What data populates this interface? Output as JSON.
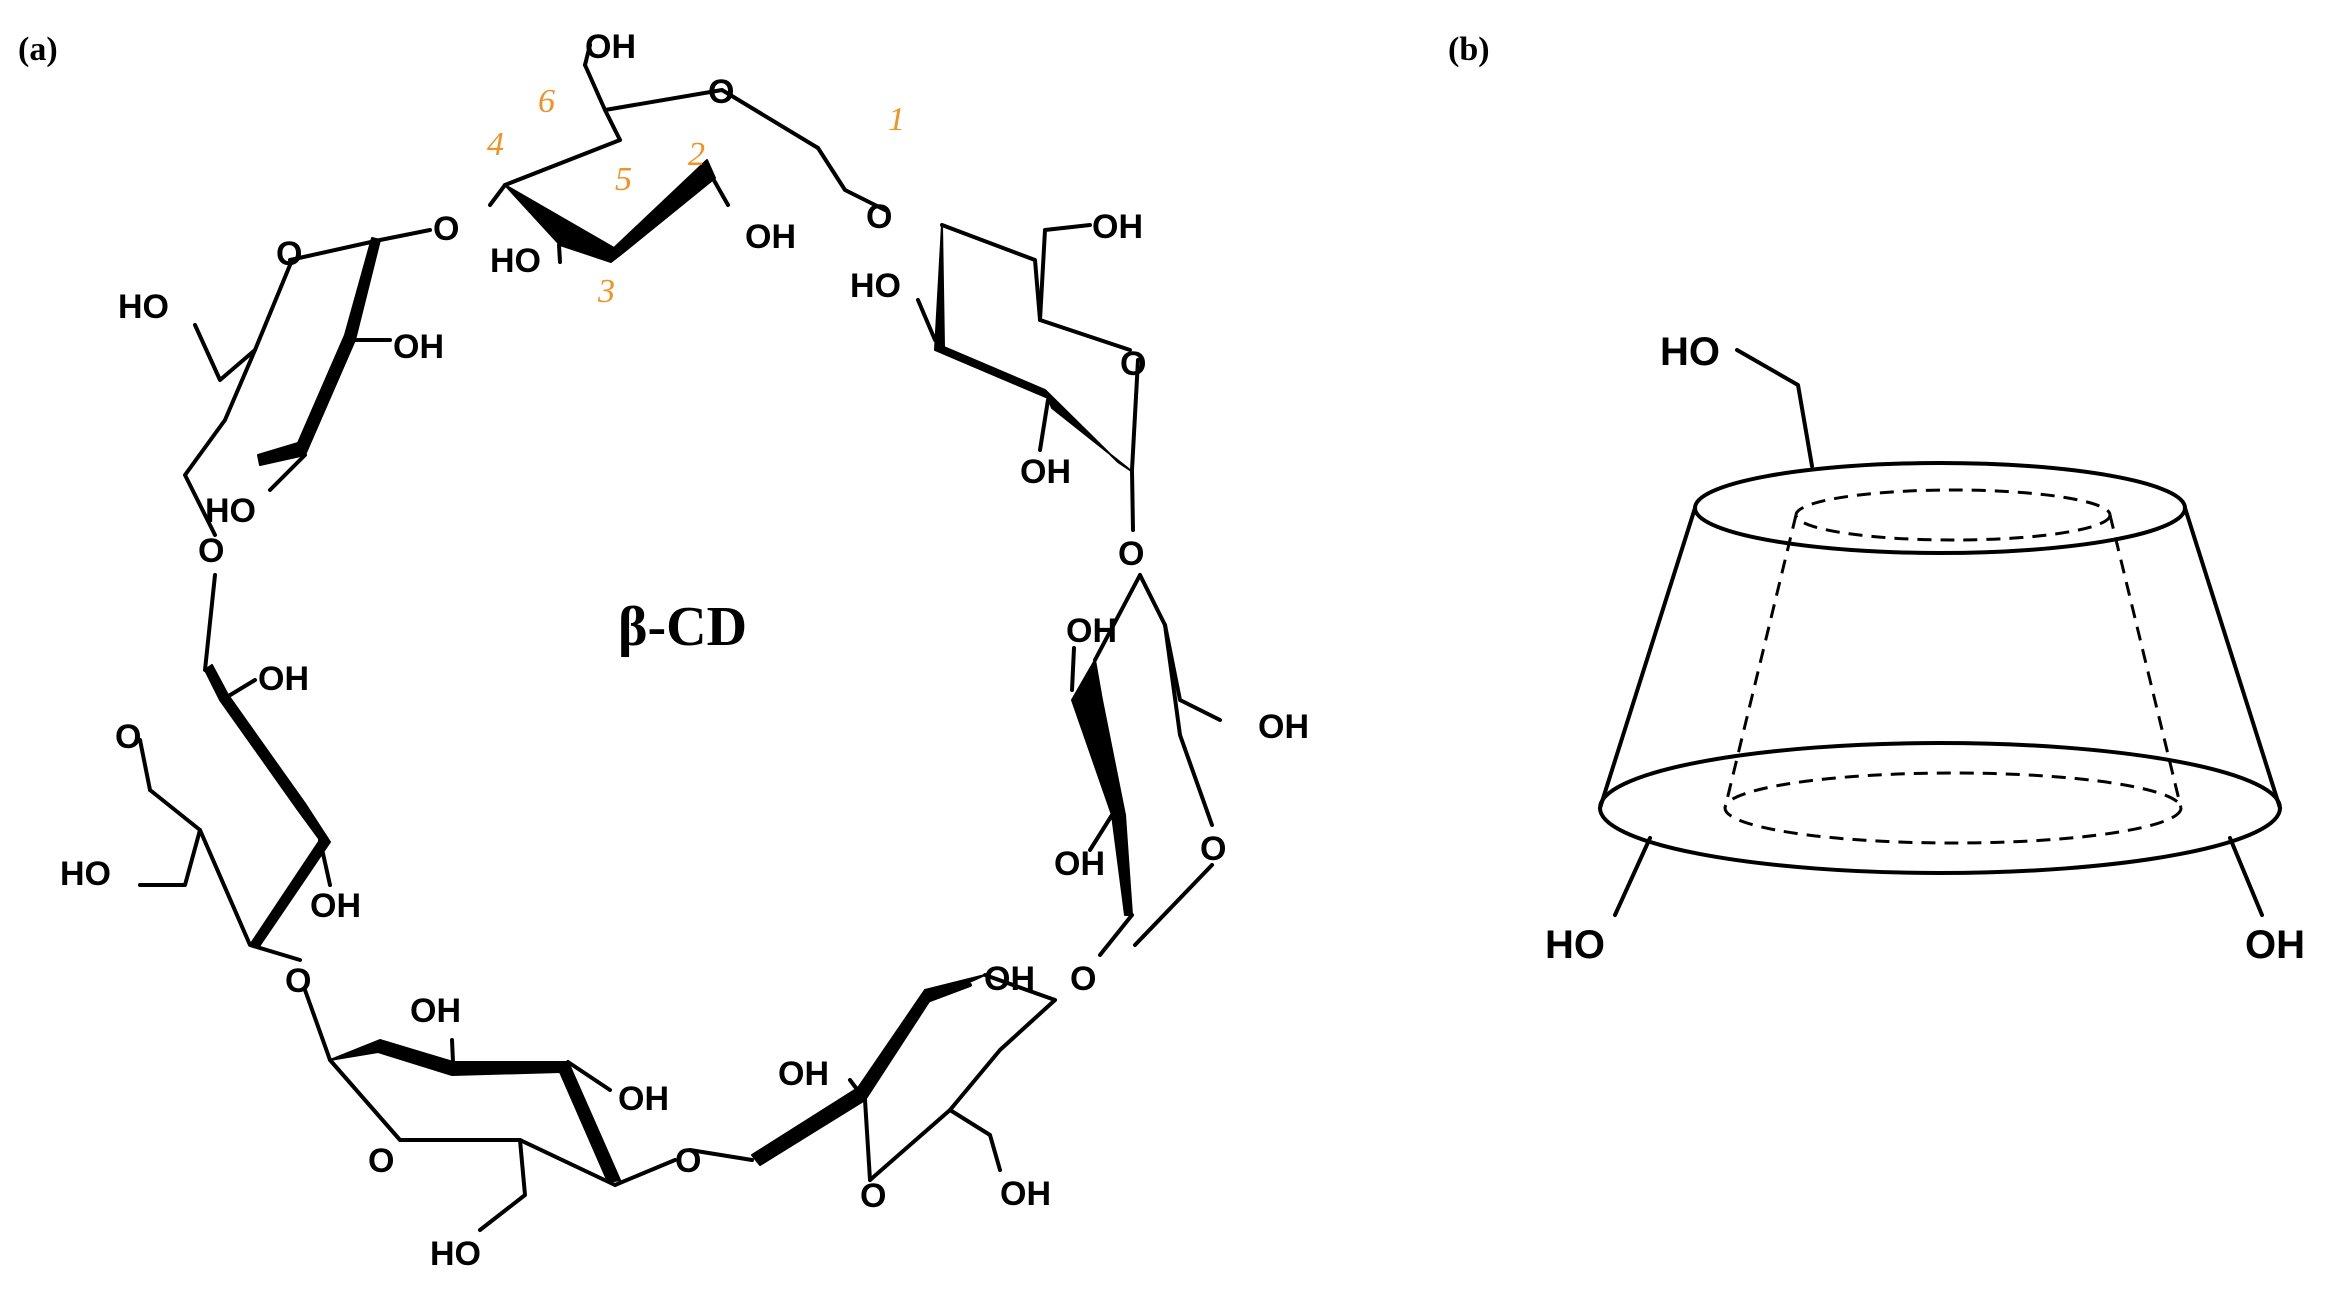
{
  "panels": {
    "a": "(a)",
    "b": "(b)"
  },
  "molecule_name": "β-CD",
  "atom_labels": {
    "oxygen": "O",
    "hydroxyl_right": "OH",
    "hydroxyl_left": "HO"
  },
  "carbon_numbers": [
    "1",
    "2",
    "3",
    "4",
    "5",
    "6"
  ],
  "cone_labels": {
    "top": "HO",
    "bottom_left": "HO",
    "bottom_right": "OH"
  },
  "colors": {
    "ink": "#000000",
    "numbering": "#f39222",
    "background": "#ffffff"
  }
}
